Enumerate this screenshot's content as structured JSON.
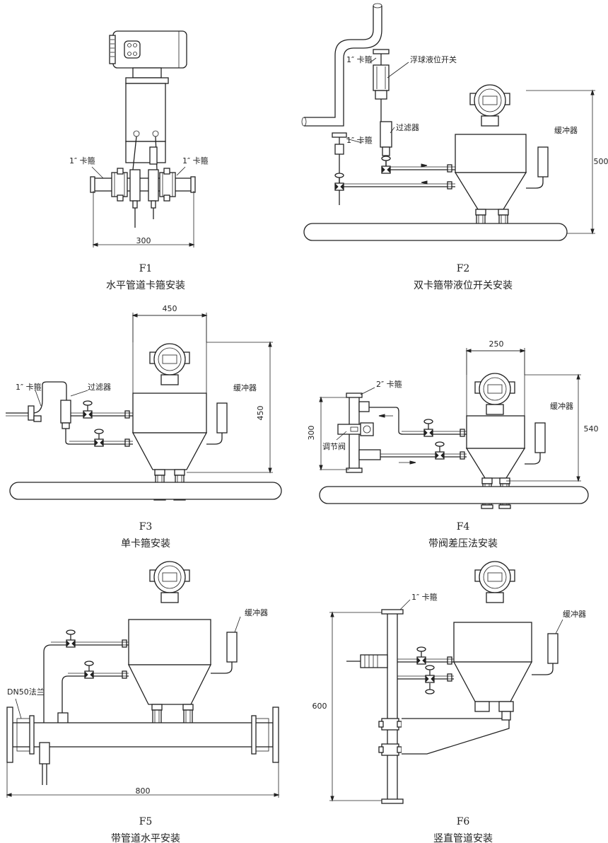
{
  "figures": [
    {
      "id": "F1",
      "caption": "水平管道卡箍安装",
      "clamp_left": "1″ 卡箍",
      "clamp_right": "1″ 卡箍",
      "dim_width": "300"
    },
    {
      "id": "F2",
      "caption": "双卡箍带液位开关安装",
      "clamp_top": "1″ 卡箍",
      "clamp_bottom": "1″ 卡箍",
      "switch": "浮球液位开关",
      "filter": "过滤器",
      "buffer": "缓冲器",
      "dim_height": "500"
    },
    {
      "id": "F3",
      "caption": "单卡箍安装",
      "clamp": "1″ 卡箍",
      "filter": "过滤器",
      "buffer": "缓冲器",
      "dim_width": "450",
      "dim_height": "450"
    },
    {
      "id": "F4",
      "caption": "带阀差压法安装",
      "clamp": "2″ 卡箍",
      "valve": "调节阀",
      "buffer": "缓冲器",
      "dim_width": "250",
      "dim_height": "540",
      "dim_pipe": "300"
    },
    {
      "id": "F5",
      "caption": "带管道水平安装",
      "flange": "DN50法兰",
      "buffer": "缓冲器",
      "dim_width": "800"
    },
    {
      "id": "F6",
      "caption": "竖直管道安装",
      "clamp": "1″ 卡箍",
      "buffer": "缓冲器",
      "dim_height": "600"
    }
  ]
}
